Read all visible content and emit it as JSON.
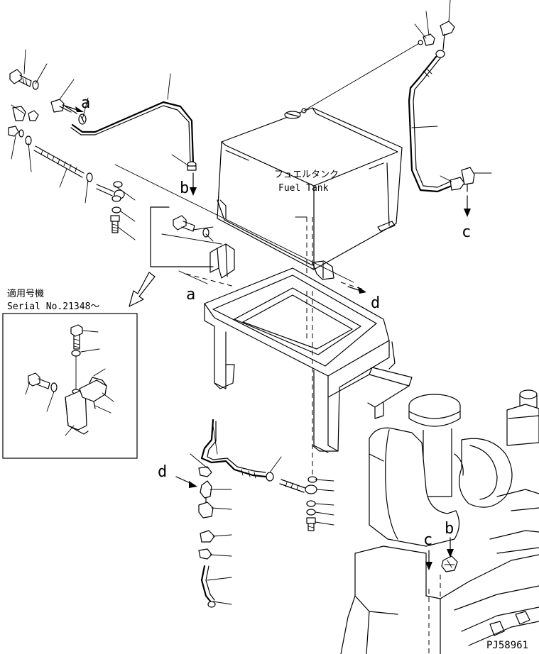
{
  "tank_label": {
    "jp": "フュエルタンク",
    "en": "Fuel Tank"
  },
  "inset_label": {
    "jp": "適用号機",
    "serial": "Serial No.21348～"
  },
  "callouts": {
    "a_top": "a",
    "a_frame": "a",
    "b_top": "b",
    "b_engine": "b",
    "c_right": "c",
    "c_engine": "c",
    "d_right": "d",
    "d_bottom": "d"
  },
  "drawing_number": "PJ58961"
}
